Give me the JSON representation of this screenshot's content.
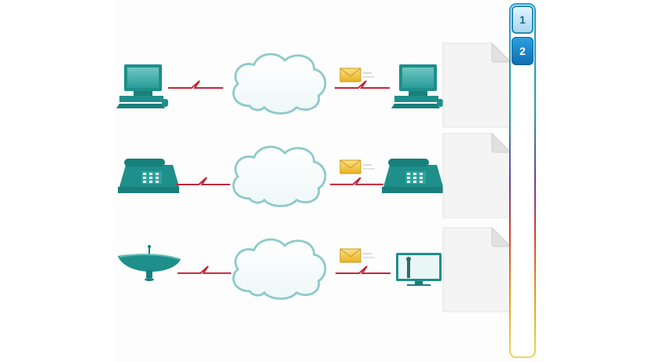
{
  "stepper": {
    "steps": [
      {
        "label": "1",
        "state": "visited"
      },
      {
        "label": "2",
        "state": "active"
      }
    ]
  },
  "rows": [
    {
      "source": "desktop-computer",
      "destination": "desktop-computer"
    },
    {
      "source": "ip-phone",
      "destination": "ip-phone"
    },
    {
      "source": "satellite-dish",
      "destination": "television"
    }
  ],
  "colors": {
    "device_teal": "#1e8f8a",
    "cloud_outline": "#8ec9c9",
    "link_red": "#c0283c",
    "envelope": "#f2c23a",
    "stepper_active": "#1b86c9"
  }
}
